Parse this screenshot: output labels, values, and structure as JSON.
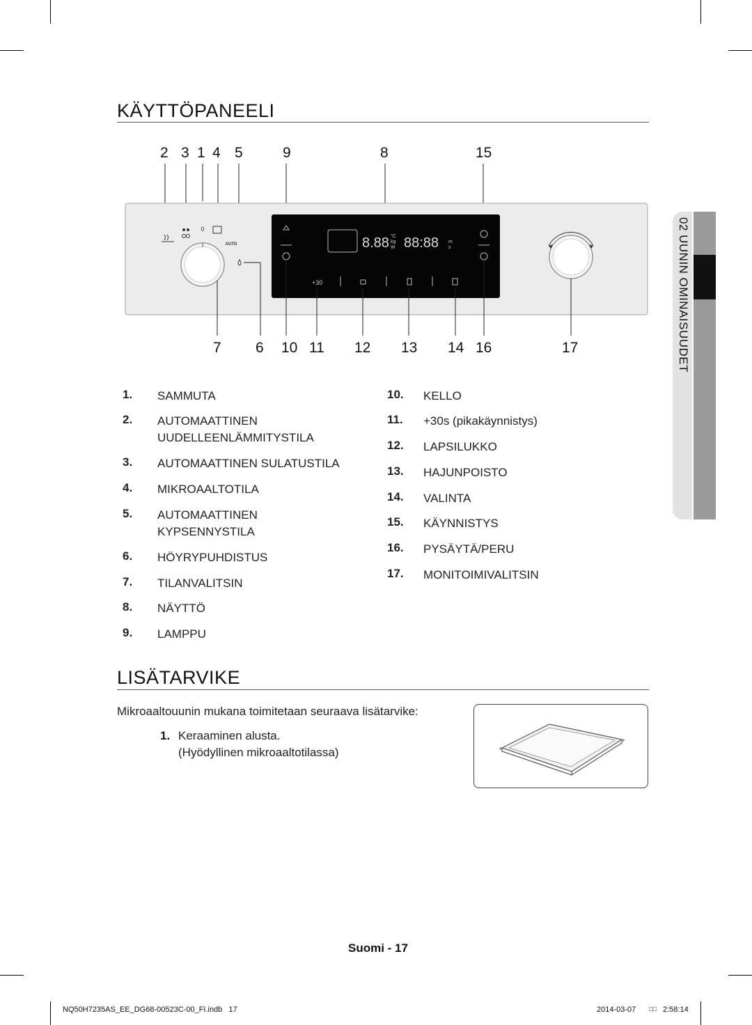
{
  "sections": {
    "panel_title": "KÄYTTÖPANEELI",
    "accessory_title": "LISÄTARVIKE"
  },
  "callouts": {
    "top": [
      "2",
      "3",
      "1",
      "4",
      "5",
      "9",
      "8",
      "15"
    ],
    "bottom": [
      "7",
      "6",
      "10",
      "11",
      "12",
      "13",
      "14",
      "16",
      "17"
    ]
  },
  "panel": {
    "auto_label": "AUTO",
    "display_temp": "8.88",
    "display_time": "88:88",
    "unit_c": "°C",
    "unit_kg": "kg",
    "unit_w": "W",
    "unit_m": "m",
    "unit_s": "s",
    "plus30": "+30",
    "zero": "0"
  },
  "list_left": [
    {
      "n": "1.",
      "t": "SAMMUTA"
    },
    {
      "n": "2.",
      "t": "AUTOMAATTINEN UUDELLEENLÄMMITYSTILA"
    },
    {
      "n": "3.",
      "t": "AUTOMAATTINEN SULATUSTILA"
    },
    {
      "n": "4.",
      "t": "MIKROAALTOTILA"
    },
    {
      "n": "5.",
      "t": "AUTOMAATTINEN KYPSENNYSTILA"
    },
    {
      "n": "6.",
      "t": "HÖYRYPUHDISTUS"
    },
    {
      "n": "7.",
      "t": "TILANVALITSIN"
    },
    {
      "n": "8.",
      "t": "NÄYTTÖ"
    },
    {
      "n": "9.",
      "t": "LAMPPU"
    }
  ],
  "list_right": [
    {
      "n": "10.",
      "t": "KELLO"
    },
    {
      "n": "11.",
      "t": "+30s (pikakäynnistys)"
    },
    {
      "n": "12.",
      "t": "LAPSILUKKO"
    },
    {
      "n": "13.",
      "t": "HAJUNPOISTO"
    },
    {
      "n": "14.",
      "t": "VALINTA"
    },
    {
      "n": "15.",
      "t": "KÄYNNISTYS"
    },
    {
      "n": "16.",
      "t": "PYSÄYTÄ/PERU"
    },
    {
      "n": "17.",
      "t": "MONITOIMIVALITSIN"
    }
  ],
  "accessory": {
    "intro": "Mikroaaltouunin mukana toimitetaan seuraava lisätarvike:",
    "item_num": "1.",
    "item_name": "Keraaminen alusta.",
    "item_note": "(Hyödyllinen mikroaaltotilassa)"
  },
  "side_tab": "02 UUNIN OMINAISUUDET",
  "page_footer": "Suomi - 17",
  "print_footer": {
    "file": "NQ50H7235AS_EE_DG68-00523C-00_FI.indb   17",
    "date": "2014-03-07",
    "glyph": "□□",
    "time": "2:58:14"
  }
}
